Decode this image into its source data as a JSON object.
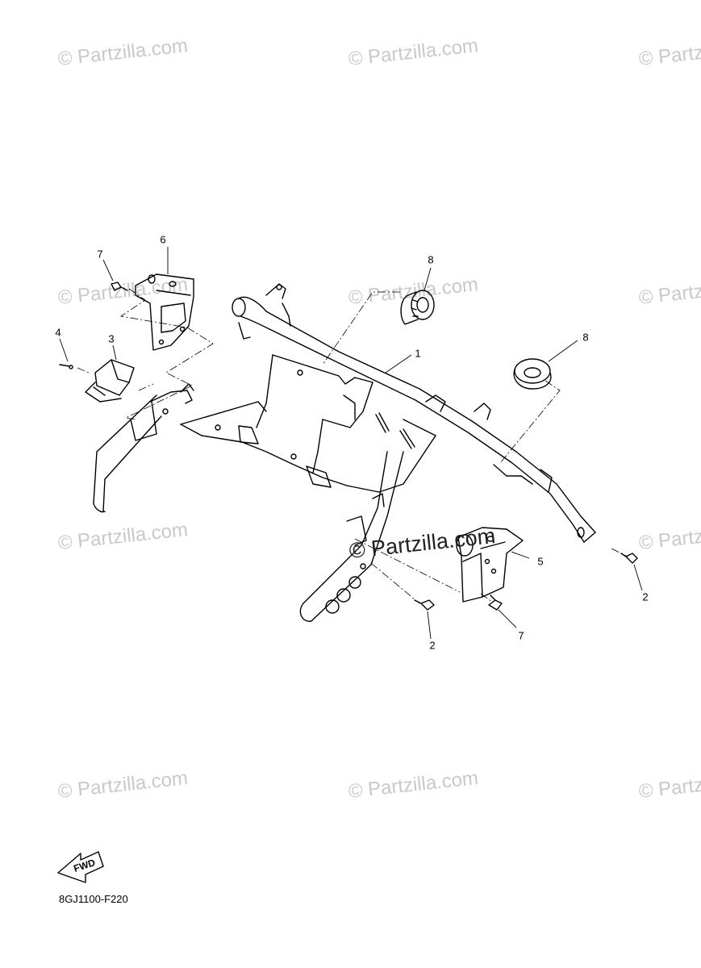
{
  "watermark": {
    "text": "© Partzilla.com"
  },
  "callouts": [
    "1",
    "2",
    "2",
    "3",
    "4",
    "5",
    "6",
    "7",
    "7",
    "8",
    "8"
  ],
  "fwd": "FWD",
  "diagram_code": "8GJ1100-F220"
}
